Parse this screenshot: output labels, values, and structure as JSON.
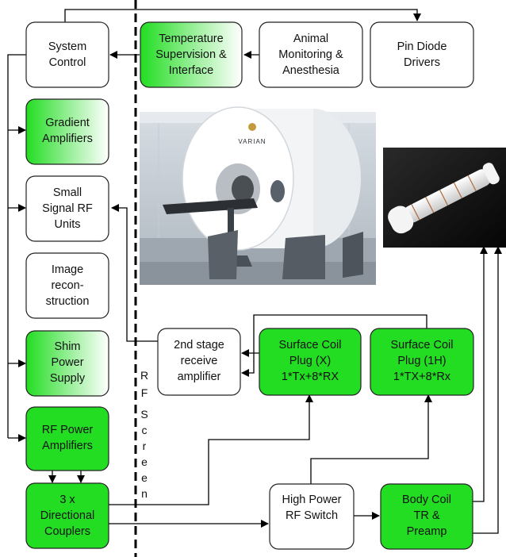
{
  "colors": {
    "accent_green": "#22dd22",
    "box_border": "#222222",
    "line": "#000000",
    "background": "#ffffff"
  },
  "screen_label": [
    "R",
    "F",
    "S",
    "c",
    "r",
    "e",
    "e",
    "n"
  ],
  "nodes": {
    "system_control": [
      "System",
      "Control"
    ],
    "temperature": [
      "Temperature",
      "Supervision &",
      "Interface"
    ],
    "animal": [
      "Animal",
      "Monitoring &",
      "Anesthesia"
    ],
    "pin_diode": [
      "Pin Diode",
      "Drivers"
    ],
    "gradient": [
      "Gradient",
      "Amplifiers"
    ],
    "small_signal": [
      "Small",
      "Signal RF",
      "Units"
    ],
    "image_recon": [
      "Image",
      "recon-",
      "struction"
    ],
    "shim": [
      "Shim",
      "Power",
      "Supply"
    ],
    "rf_power": [
      "RF Power",
      "Amplifiers"
    ],
    "couplers": [
      "3 x",
      "Directional",
      "Couplers"
    ],
    "second_stage": [
      "2nd stage",
      "receive",
      "amplifier"
    ],
    "surface_x": [
      "Surface Coil",
      "Plug (X)",
      "1*Tx+8*RX"
    ],
    "surface_1h": [
      "Surface Coil",
      "Plug (1H)",
      "1*TX+8*Rx"
    ],
    "hp_switch": [
      "High Power",
      "RF Switch"
    ],
    "body_coil": [
      "Body Coil",
      "TR &",
      "Preamp"
    ]
  },
  "photos": {
    "scanner_brand": "VARIAN",
    "scanner": "mri-scanner-photo",
    "coil": "rf-coil-photo"
  }
}
